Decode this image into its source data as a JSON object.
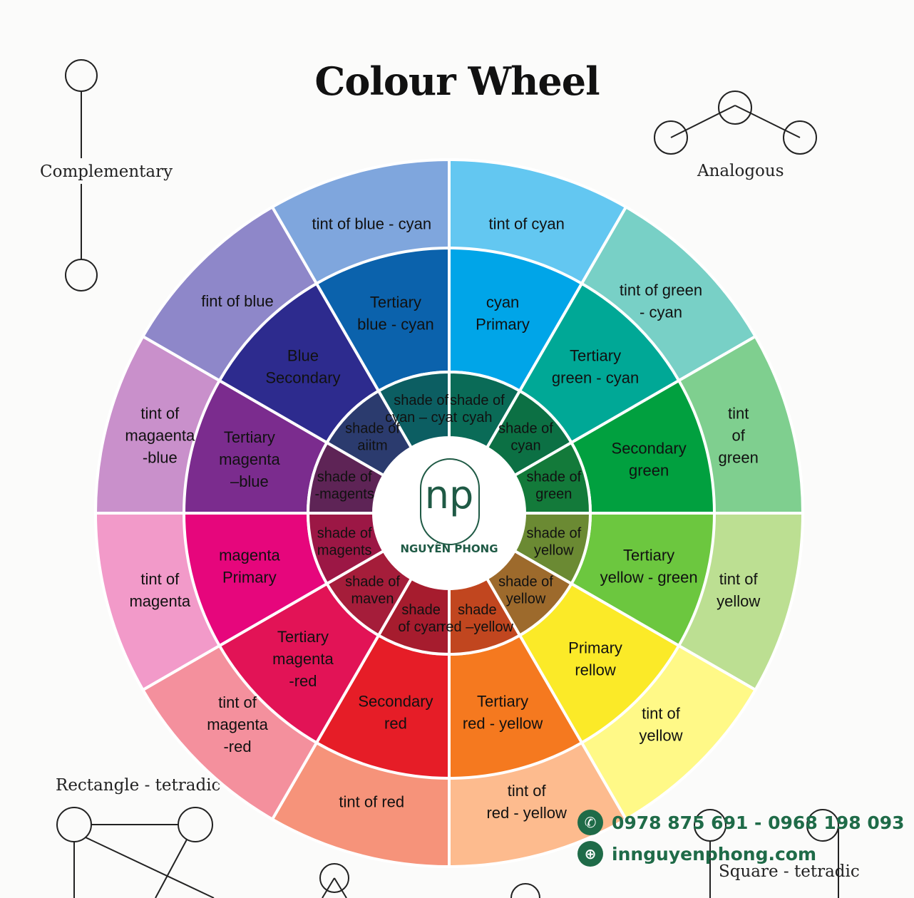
{
  "title": "Colour Wheel",
  "brand": {
    "name": "NGUYÊN PHONG",
    "monogram": "np",
    "color": "#1f5a45"
  },
  "contact": {
    "phone": "0978 875 691 - 0968 198 093",
    "website": "innguyenphong.com",
    "phone_icon": "phone-icon",
    "web_icon": "globe-icon"
  },
  "schemes": {
    "complementary": "Complementary",
    "analogous": "Analogous",
    "rectangle": "Rectangle - tetradic",
    "square": "Square - tetradic"
  },
  "wheel": {
    "outer": [
      {
        "lines": [
          "tint of cyan"
        ],
        "color": "#63c7f1"
      },
      {
        "lines": [
          "tint of green",
          "- cyan"
        ],
        "color": "#78d0c6"
      },
      {
        "lines": [
          "tint",
          "of",
          "green"
        ],
        "color": "#7fcf8f"
      },
      {
        "lines": [
          "tint of",
          "yellow"
        ],
        "color": "#bcdf92"
      },
      {
        "lines": [
          "tint of",
          "yellow"
        ],
        "color": "#fff987"
      },
      {
        "lines": [
          "tint of",
          "red - yellow"
        ],
        "color": "#fdbb8e"
      },
      {
        "lines": [
          "tint of red"
        ],
        "color": "#f6937a"
      },
      {
        "lines": [
          "tint of",
          "magenta",
          "-red"
        ],
        "color": "#f4909d"
      },
      {
        "lines": [
          "tint of",
          "magenta"
        ],
        "color": "#f29ac9"
      },
      {
        "lines": [
          "tint of",
          "magaenta",
          "-blue"
        ],
        "color": "#c990cb"
      },
      {
        "lines": [
          "fint of blue"
        ],
        "color": "#8e87c9"
      },
      {
        "lines": [
          "tint of blue - cyan"
        ],
        "color": "#7fa6dd"
      }
    ],
    "middle": [
      {
        "lines": [
          "cyan",
          "Primary"
        ],
        "color": "#00a5e8"
      },
      {
        "lines": [
          "Tertiary",
          "green - cyan"
        ],
        "color": "#00a896"
      },
      {
        "lines": [
          "Secondary",
          "green"
        ],
        "color": "#01a03f"
      },
      {
        "lines": [
          "Tertiary",
          "yellow - green"
        ],
        "color": "#6cc73f"
      },
      {
        "lines": [
          "Primary",
          "rellow"
        ],
        "color": "#fbea28"
      },
      {
        "lines": [
          "Tertiary",
          "red - yellow"
        ],
        "color": "#f5791f"
      },
      {
        "lines": [
          "Secondary",
          "red"
        ],
        "color": "#e61d27"
      },
      {
        "lines": [
          "Tertiary",
          "magenta",
          "-red"
        ],
        "color": "#e21356"
      },
      {
        "lines": [
          "magenta",
          "Primary"
        ],
        "color": "#e6067c"
      },
      {
        "lines": [
          "Tertiary",
          "magenta",
          "–blue"
        ],
        "color": "#7b2c8e"
      },
      {
        "lines": [
          "Blue",
          "Secondary"
        ],
        "color": "#2d2b8e"
      },
      {
        "lines": [
          "Tertiary",
          "blue - cyan"
        ],
        "color": "#0b62ac"
      }
    ],
    "inner": [
      {
        "lines": [
          "shade of",
          "cyah"
        ],
        "color": "#0a6b57"
      },
      {
        "lines": [
          "shade of",
          "cyan"
        ],
        "color": "#0c7044"
      },
      {
        "lines": [
          "shade of",
          "green"
        ],
        "color": "#137a3a"
      },
      {
        "lines": [
          "shade of",
          "yellow"
        ],
        "color": "#6b8a33"
      },
      {
        "lines": [
          "shade of",
          "yellow"
        ],
        "color": "#9d6a2c"
      },
      {
        "lines": [
          "shade",
          "red –yellow"
        ],
        "color": "#c1461f"
      },
      {
        "lines": [
          "shade",
          "of cyan"
        ],
        "color": "#a61c2e"
      },
      {
        "lines": [
          "shade of",
          "maven"
        ],
        "color": "#a51d3a"
      },
      {
        "lines": [
          "shade of",
          "magents"
        ],
        "color": "#9c1745"
      },
      {
        "lines": [
          "shade of",
          "-magents"
        ],
        "color": "#5e2456"
      },
      {
        "lines": [
          "shade of",
          "aiitm"
        ],
        "color": "#2b3b6e"
      },
      {
        "lines": [
          "shade of",
          "cyan – cyat"
        ],
        "color": "#0c5e62"
      }
    ]
  }
}
